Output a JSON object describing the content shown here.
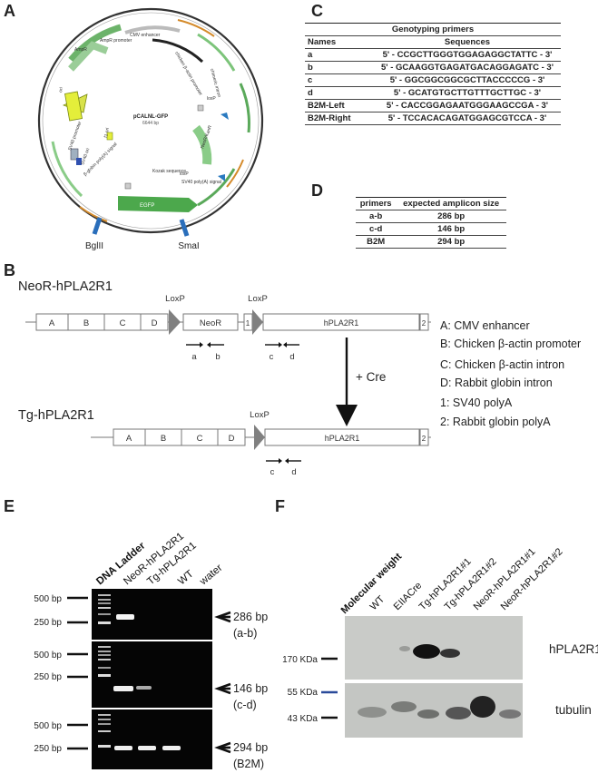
{
  "panels": {
    "a": "A",
    "b": "B",
    "c": "C",
    "d": "D",
    "e": "E",
    "f": "F"
  },
  "plasmid": {
    "name": "pCALNL-GFP",
    "size": "6644 bp",
    "site1": "BglII",
    "site2": "SmaI",
    "features": [
      "AmpR promoter",
      "CMV enhancer",
      "chicken β-actin promoter",
      "chimeric intron",
      "loxP",
      "NeoR/KanR",
      "Kozak sequence",
      "SV40 poly(A) signal",
      "loxP",
      "EGFP",
      "β-globin poly(A) signal",
      "SV40 promoter",
      "SV40 ori",
      "f1 ori",
      "ori",
      "AmpR"
    ]
  },
  "primers_table": {
    "title": "Genotyping primers",
    "col1": "Names",
    "col2": "Sequences",
    "rows": [
      {
        "name": "a",
        "seq": "5' - CCGCTTGGGTGGAGAGGCTATTC - 3'"
      },
      {
        "name": "b",
        "seq": "5' - GCAAGGTGAGATGACAGGAGATC - 3'"
      },
      {
        "name": "c",
        "seq": "5' - GGCGGCGGCGCTTACCCCCG - 3'"
      },
      {
        "name": "d",
        "seq": "5' - GCATGTGCTTGTTTGCTTGC - 3'"
      },
      {
        "name": "B2M-Left",
        "seq": "5' - CACCGGAGAATGGGAAGCCGA - 3'"
      },
      {
        "name": "B2M-Right",
        "seq": "5' - TCCACACAGATGGAGCGTCCA - 3'"
      }
    ]
  },
  "amplicon_table": {
    "col1": "primers",
    "col2": "expected amplicon size",
    "rows": [
      {
        "primers": "a-b",
        "size": "286 bp"
      },
      {
        "primers": "c-d",
        "size": "146 bp"
      },
      {
        "primers": "B2M",
        "size": "294 bp"
      }
    ]
  },
  "construct": {
    "top_title": "NeoR-hPLA2R1",
    "bottom_title": "Tg-hPLA2R1",
    "loxp": "LoxP",
    "box_a": "A",
    "box_b": "B",
    "box_c": "C",
    "box_d": "D",
    "neor": "NeoR",
    "one": "1",
    "two": "2",
    "gene": "hPLA2R1",
    "primer_a": "a",
    "primer_b": "b",
    "primer_c": "c",
    "primer_d": "d",
    "cre": "+ Cre"
  },
  "legend": [
    "A: CMV enhancer",
    "B: Chicken β-actin promoter",
    "C: Chicken β-actin intron",
    "D: Rabbit globin intron",
    "1: SV40 polyA",
    "2: Rabbit globin polyA"
  ],
  "gel": {
    "lanes": [
      "DNA Ladder",
      "NeoR-hPLA2R1",
      "Tg-hPLA2R1",
      "WT",
      "water"
    ],
    "markers": [
      "500 bp",
      "250 bp"
    ],
    "results": [
      {
        "size": "286 bp",
        "pair": "(a-b)"
      },
      {
        "size": "146 bp",
        "pair": "(c-d)"
      },
      {
        "size": "294 bp",
        "pair": "(B2M)"
      }
    ]
  },
  "western": {
    "lanes": [
      "Molecular weight",
      "WT",
      "EIIACre",
      "Tg-hPLA2R1#1",
      "Tg-hPLA2R1#2",
      "NeoR-hPLA2R1#1",
      "NeoR-hPLA2R1#2"
    ],
    "mw1": "170 KDa",
    "mw2": "55 KDa",
    "mw3": "43 KDa",
    "protein1": "hPLA2R1",
    "protein2": "tubulin"
  }
}
